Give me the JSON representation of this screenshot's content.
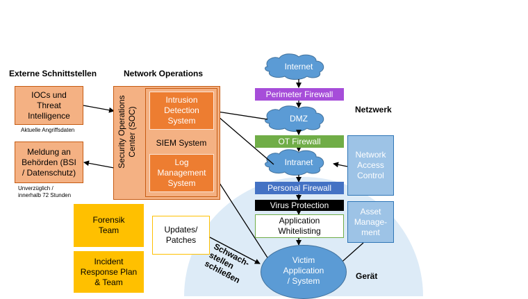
{
  "headers": {
    "external": "Externe Schnittstellen",
    "netops": "Network Operations",
    "network": "Netzwerk",
    "device": "Gerät"
  },
  "external_boxes": {
    "iocs": "IOCs und\nThreat\nIntelligence",
    "iocs_note": "Aktuelle Angriffsdaten",
    "report": "Meldung an\nBehörden (BSI\n/ Datenschutz)",
    "report_note": "Unverzüglich /\ninnerhalb 72 Stunden"
  },
  "soc": {
    "label": "Security Operations\nCenter (SOC)",
    "ids": "Intrusion\nDetection\nSystem",
    "siem": "SIEM System",
    "log": "Log\nManagement\nSystem"
  },
  "teams": {
    "forensic": "Forensik\nTeam",
    "incident": "Incident\nResponse Plan\n& Team"
  },
  "updates": {
    "box": "Updates/\nPatches",
    "arrow_label": "Schwach-\nstellen\nschließen"
  },
  "network_chain": {
    "internet": "Internet",
    "perimeter_firewall": "Perimeter Firewall",
    "dmz": "DMZ",
    "ot_firewall": "OT Firewall",
    "intranet": "Intranet",
    "personal_firewall": "Personal Firewall",
    "virus_protection": "Virus Protection",
    "app_whitelisting": "Application\nWhitelisting",
    "victim": "Victim\nApplication\n/ System"
  },
  "side_boxes": {
    "nac": "Network\nAccess\nControl",
    "asset": "Asset\nManage-\nment"
  },
  "colors": {
    "cloud": "#5b9bd5",
    "device_zone": "#ddebf7",
    "arrow": "#000000"
  }
}
